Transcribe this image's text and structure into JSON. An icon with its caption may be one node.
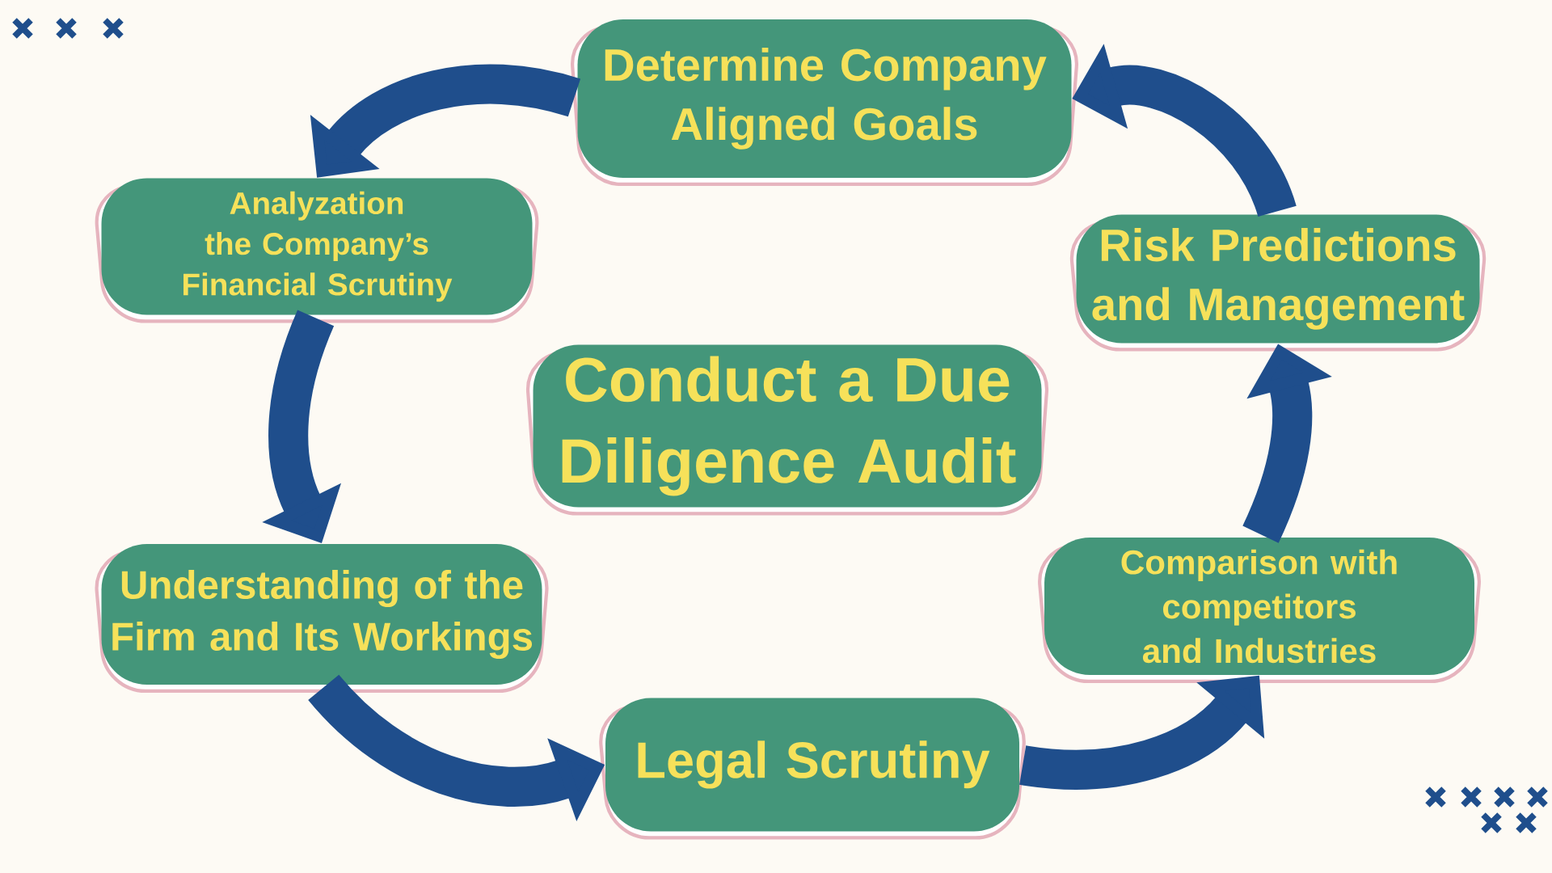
{
  "diagram": {
    "nodes": [
      {
        "text": [
          "Determine Company Aligned Goals"
        ]
      },
      {
        "text": [
          "Analyzation the Company’s Financial Scrutiny"
        ]
      },
      {
        "text": [
          "Risk Predictions and Management"
        ]
      },
      {
        "text": [
          "Conduct a Due Diligence Audit"
        ]
      },
      {
        "text": [
          "Understanding of the Firm and Its Workings"
        ]
      },
      {
        "text": [
          "Comparison with competitors and Industries"
        ]
      },
      {
        "text": [
          "Legal Scrutiny"
        ]
      }
    ],
    "edges": [
      {
        "from": 0,
        "to": 1,
        "arrow": "to"
      },
      {
        "from": 1,
        "to": 4,
        "arrow": "to"
      },
      {
        "from": 4,
        "to": 6,
        "arrow": "to"
      },
      {
        "from": 6,
        "to": 5,
        "arrow": "to"
      },
      {
        "from": 5,
        "to": 2,
        "arrow": "to"
      },
      {
        "from": 2,
        "to": 0,
        "arrow": "to"
      }
    ]
  }
}
